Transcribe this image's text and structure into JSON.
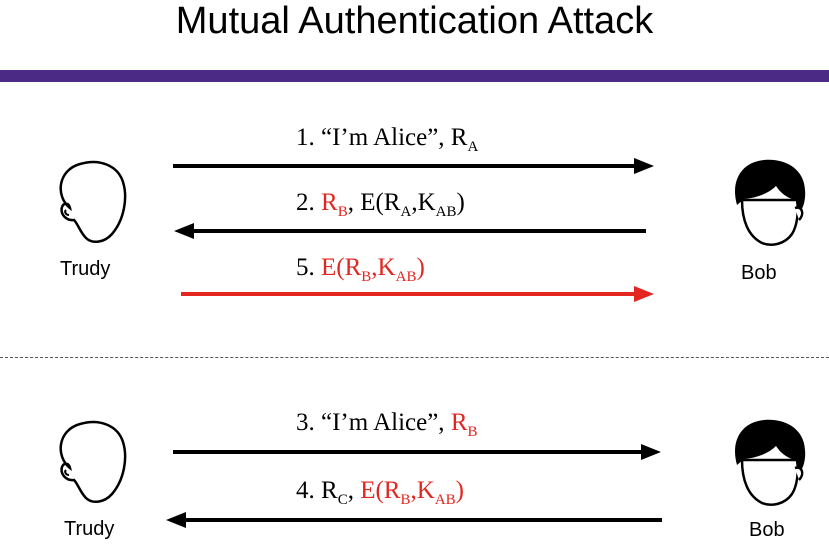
{
  "title": "Mutual Authentication Attack",
  "colors": {
    "accent_bar": "#4b2a86",
    "attack_red": "#e3261f",
    "line": "#000000"
  },
  "top": {
    "left_name": "Trudy",
    "right_name": "Bob",
    "m1": {
      "prefix": "1. “I’m Alice”, R",
      "sub": "A"
    },
    "m2": {
      "num": "2. ",
      "r": "R",
      "r_sub": "B",
      "mid": ", E(R",
      "a_sub": "A",
      "k": ",K",
      "k_sub": "AB",
      "end": ")"
    },
    "m5": {
      "num": "5. ",
      "e": "E(R",
      "b_sub": "B",
      "k": ",K",
      "k_sub": "AB",
      "end": ")"
    }
  },
  "bottom": {
    "left_name": "Trudy",
    "right_name": "Bob",
    "m3": {
      "prefix": "3. “I’m Alice”, ",
      "r": "R",
      "r_sub": "B"
    },
    "m4": {
      "num": "4. R",
      "c_sub": "C",
      "comma": ", ",
      "e": "E(R",
      "b_sub": "B",
      "k": ",K",
      "k_sub": "AB",
      "end": ")"
    }
  }
}
